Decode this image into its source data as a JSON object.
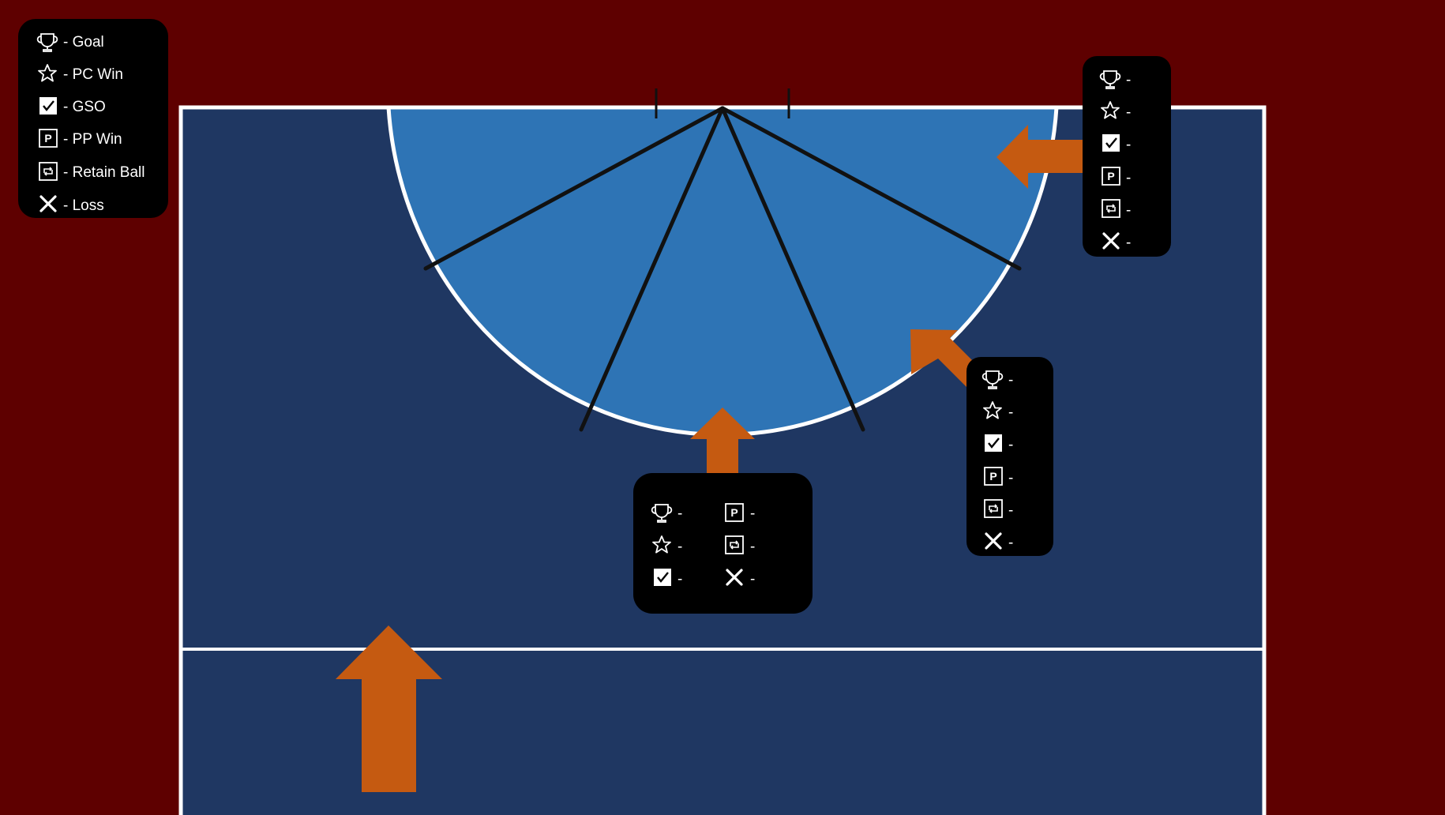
{
  "colors": {
    "background": "#5e0000",
    "pitch": "#1f3762",
    "circle": "#2e74b5",
    "lines": "#ffffff",
    "arrow": "#c55a11",
    "panel": "#000000",
    "text": "#ffffff"
  },
  "legend": {
    "items": [
      {
        "icon": "trophy-icon",
        "label": "- Goal"
      },
      {
        "icon": "star-icon",
        "label": "- PC Win"
      },
      {
        "icon": "check-box-icon",
        "label": "- GSO"
      },
      {
        "icon": "p-box-icon",
        "label": "- PP Win"
      },
      {
        "icon": "retain-ball-icon",
        "label": "- Retain Ball"
      },
      {
        "icon": "cross-icon",
        "label": "- Loss"
      }
    ]
  },
  "stat_boxes": {
    "right": [
      "-",
      "-",
      "-",
      "-",
      "-",
      "-"
    ],
    "middle_right": [
      "-",
      "-",
      "-",
      "-",
      "-",
      "-"
    ],
    "center": [
      "-",
      "-",
      "-",
      "-",
      "-",
      "-"
    ]
  }
}
